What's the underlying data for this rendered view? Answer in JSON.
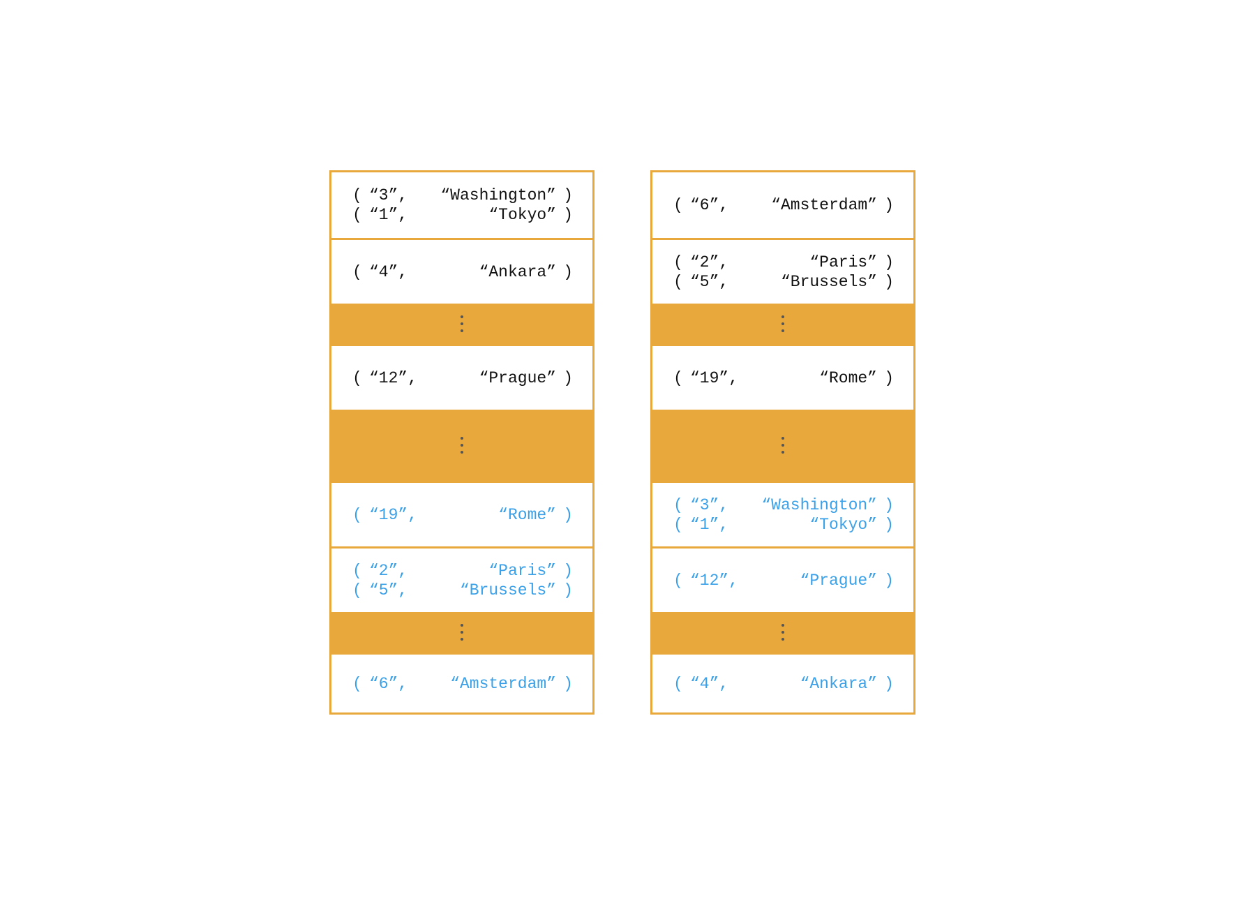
{
  "left": {
    "blocks": [
      {
        "type": "record",
        "color": "#111111",
        "rows": [
          {
            "key": "“3”,",
            "value": "“Washington”"
          },
          {
            "key": "“1”,",
            "value": "“Tokyo”"
          }
        ]
      },
      {
        "type": "record",
        "color": "#111111",
        "rows": [
          {
            "key": "“4”,",
            "value": "“Ankara”"
          }
        ]
      },
      {
        "type": "gap"
      },
      {
        "type": "record",
        "color": "#111111",
        "rows": [
          {
            "key": "“12”,",
            "value": "“Prague”"
          }
        ]
      },
      {
        "type": "gap"
      },
      {
        "type": "record",
        "color": "#3aa0e8",
        "rows": [
          {
            "key": "“19”,",
            "value": "“Rome”"
          }
        ]
      },
      {
        "type": "record",
        "color": "#3aa0e8",
        "rows": [
          {
            "key": "“2”,",
            "value": "“Paris”"
          },
          {
            "key": "“5”,",
            "value": "“Brussels”"
          }
        ]
      },
      {
        "type": "gap"
      },
      {
        "type": "record",
        "color": "#3aa0e8",
        "rows": [
          {
            "key": "“6”,",
            "value": "“Amsterdam”"
          }
        ]
      }
    ]
  },
  "right": {
    "blocks": [
      {
        "type": "record",
        "color": "#111111",
        "rows": [
          {
            "key": "“6”,",
            "value": "“Amsterdam”"
          }
        ]
      },
      {
        "type": "record",
        "color": "#111111",
        "rows": [
          {
            "key": "“2”,",
            "value": "“Paris”"
          },
          {
            "key": "“5”,",
            "value": "“Brussels”"
          }
        ]
      },
      {
        "type": "gap"
      },
      {
        "type": "record",
        "color": "#111111",
        "rows": [
          {
            "key": "“19”,",
            "value": "“Rome”"
          }
        ]
      },
      {
        "type": "gap"
      },
      {
        "type": "record",
        "color": "#3aa0e8",
        "rows": [
          {
            "key": "“3”,",
            "value": "“Washington”"
          },
          {
            "key": "“1”,",
            "value": "“Tokyo”"
          }
        ]
      },
      {
        "type": "record",
        "color": "#3aa0e8",
        "rows": [
          {
            "key": "“12”,",
            "value": "“Prague”"
          }
        ]
      },
      {
        "type": "gap"
      },
      {
        "type": "record",
        "color": "#3aa0e8",
        "rows": [
          {
            "key": "“4”,",
            "value": "“Ankara”"
          }
        ]
      }
    ]
  },
  "syntax": {
    "open": "(",
    "close": ")"
  },
  "colors": {
    "border": "#e8a83c",
    "gap_fill": "#e8a83c",
    "old_text": "#111111",
    "new_text": "#3aa0e8",
    "dots": "#555555"
  }
}
